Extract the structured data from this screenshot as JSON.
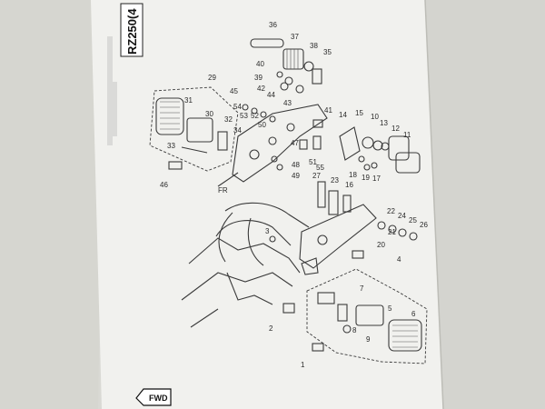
{
  "model_tab": "RZ250(4",
  "fr_label": "FR",
  "fwd_label": "FWD",
  "callouts": [
    {
      "n": "36"
    },
    {
      "n": "37"
    },
    {
      "n": "38"
    },
    {
      "n": "35"
    },
    {
      "n": "40"
    },
    {
      "n": "39"
    },
    {
      "n": "42"
    },
    {
      "n": "44"
    },
    {
      "n": "43"
    },
    {
      "n": "29"
    },
    {
      "n": "45"
    },
    {
      "n": "31"
    },
    {
      "n": "30"
    },
    {
      "n": "54"
    },
    {
      "n": "53"
    },
    {
      "n": "52"
    },
    {
      "n": "50"
    },
    {
      "n": "32"
    },
    {
      "n": "34"
    },
    {
      "n": "33"
    },
    {
      "n": "46"
    },
    {
      "n": "47"
    },
    {
      "n": "48"
    },
    {
      "n": "49"
    },
    {
      "n": "41"
    },
    {
      "n": "51"
    },
    {
      "n": "55"
    },
    {
      "n": "14"
    },
    {
      "n": "15"
    },
    {
      "n": "10"
    },
    {
      "n": "13"
    },
    {
      "n": "12"
    },
    {
      "n": "11"
    },
    {
      "n": "18"
    },
    {
      "n": "19"
    },
    {
      "n": "17"
    },
    {
      "n": "27"
    },
    {
      "n": "23"
    },
    {
      "n": "16"
    },
    {
      "n": "22"
    },
    {
      "n": "24"
    },
    {
      "n": "25"
    },
    {
      "n": "26"
    },
    {
      "n": "21"
    },
    {
      "n": "20"
    },
    {
      "n": "3"
    },
    {
      "n": "4"
    },
    {
      "n": "7"
    },
    {
      "n": "5"
    },
    {
      "n": "6"
    },
    {
      "n": "8"
    },
    {
      "n": "9"
    },
    {
      "n": "2"
    },
    {
      "n": "1"
    }
  ]
}
